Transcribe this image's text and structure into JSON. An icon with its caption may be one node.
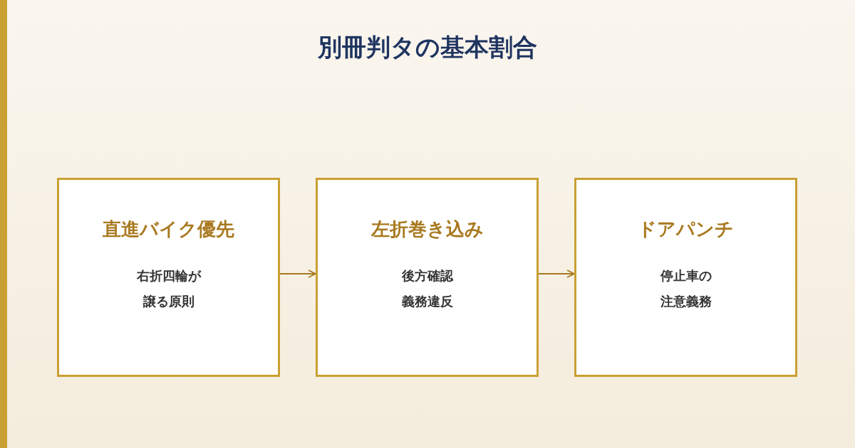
{
  "diagram": {
    "title": "別冊判タの基本割合",
    "nodes": [
      {
        "text": [
          "直進バイク優先",
          "右折四輪が譲る原則"
        ]
      },
      {
        "text": [
          "左折巻き込み",
          "後方確認義務違反"
        ]
      },
      {
        "text": [
          "ドアパンチ",
          "停止車の注意義務"
        ]
      }
    ],
    "edges": [
      {
        "from": 0,
        "to": 1,
        "arrow": "to"
      },
      {
        "from": 1,
        "to": 2,
        "arrow": "to"
      }
    ]
  }
}
